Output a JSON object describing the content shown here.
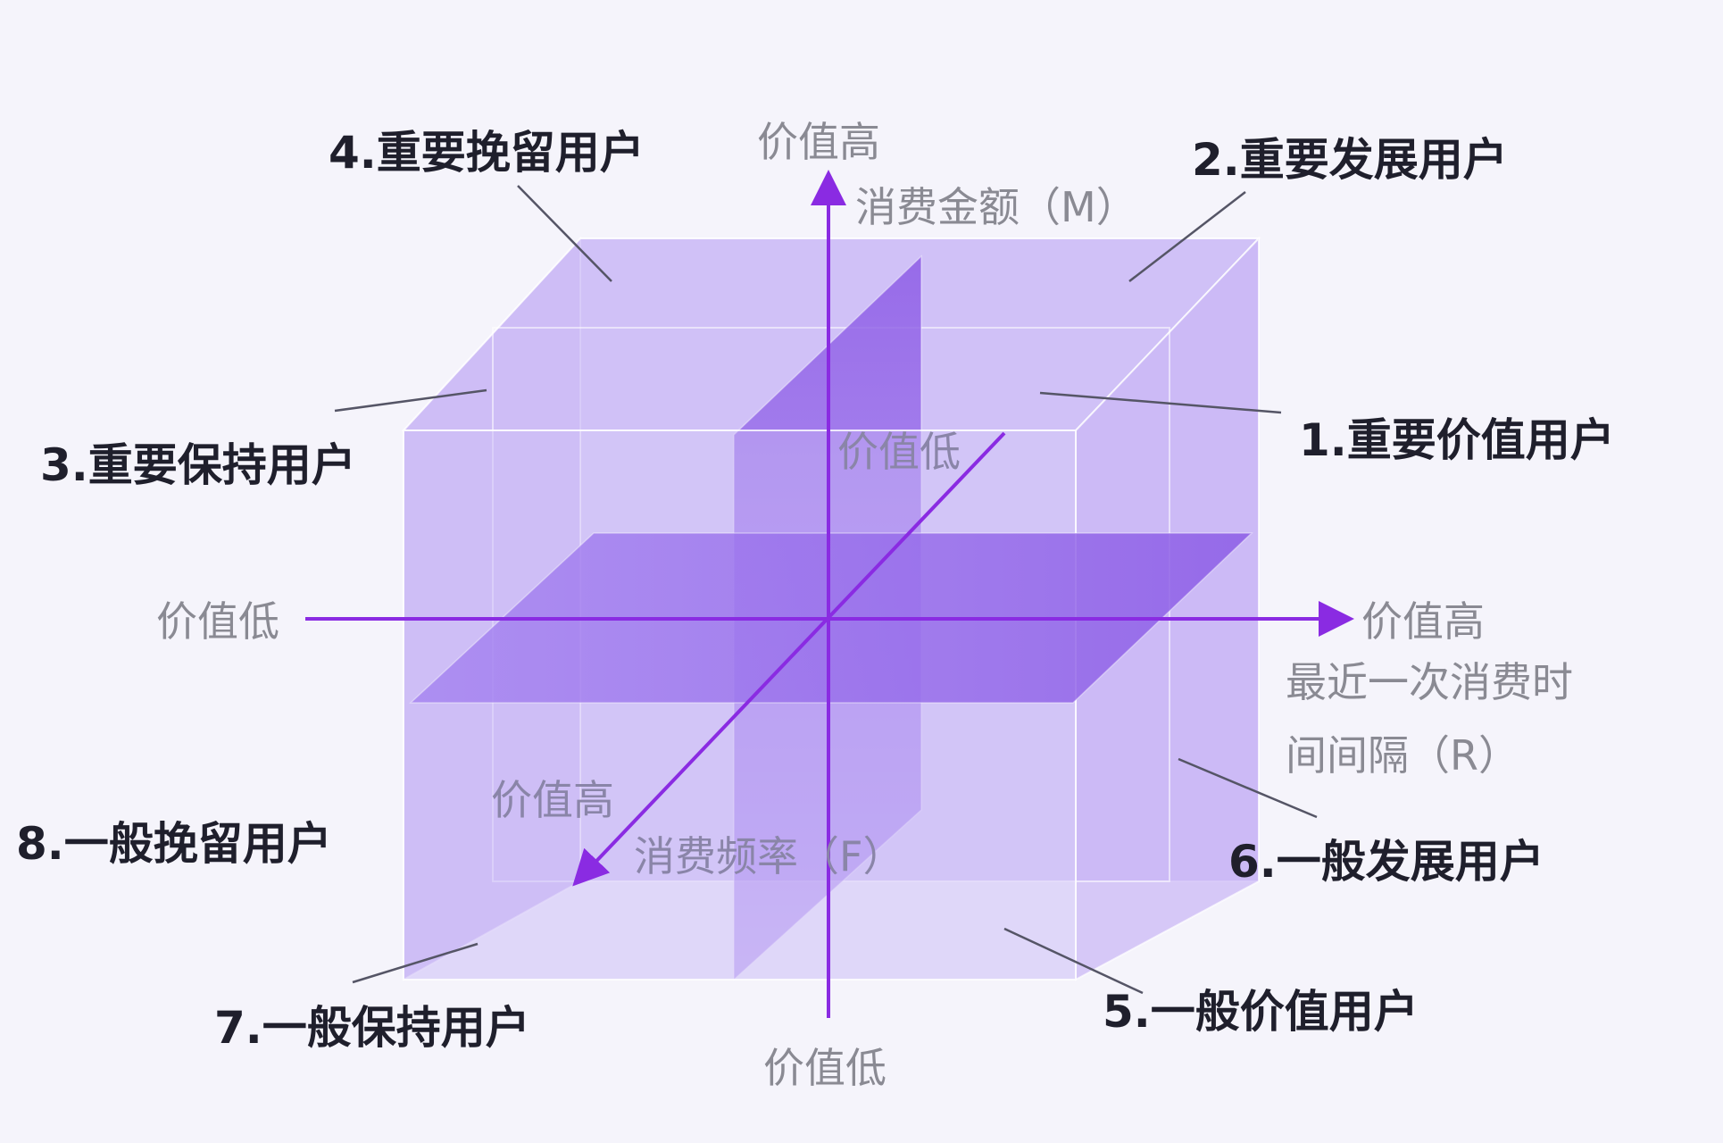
{
  "segments": {
    "s1": "1.重要价值用户",
    "s2": "2.重要发展用户",
    "s3": "3.重要保持用户",
    "s4": "4.重要挽留用户",
    "s5": "5.一般价值用户",
    "s6": "6.一般发展用户",
    "s7": "7.一般保持用户",
    "s8": "8.一般挽留用户"
  },
  "axes": {
    "m_high": "价值高",
    "m_name": "消费金额（M）",
    "m_low": "价值低",
    "r_low": "价值低",
    "r_high": "价值高",
    "r_name_line1": "最近一次消费时",
    "r_name_line2": "间间隔（R）",
    "f_low": "价值低",
    "f_high": "价值高",
    "f_name": "消费频率（F）"
  },
  "colors": {
    "cube_face": "#c6b3f7",
    "plane": "#9d72ea",
    "axis": "#8a2be2",
    "background": "#f5f4fb"
  }
}
